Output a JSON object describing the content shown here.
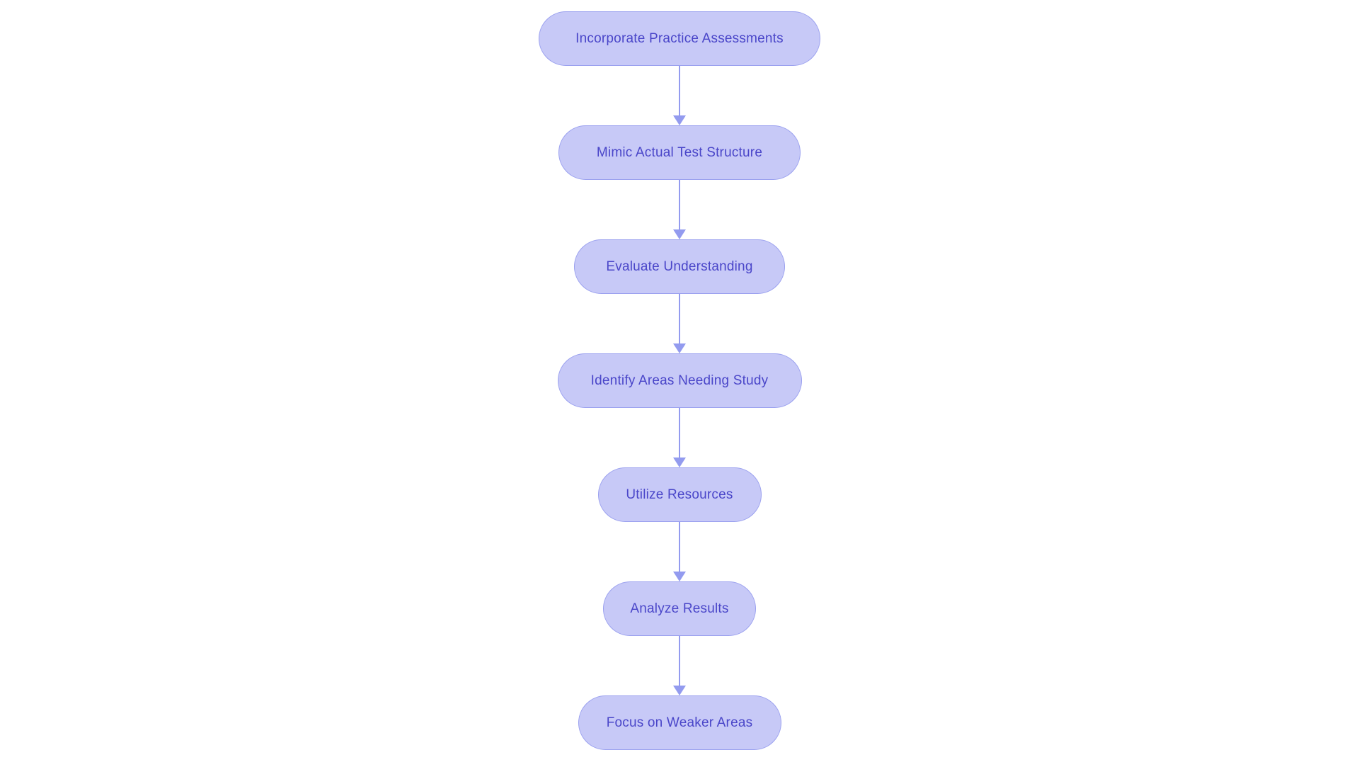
{
  "flow": {
    "type": "flowchart",
    "direction": "top-down",
    "node_style": {
      "fill": "#c7c9f7",
      "border": "#9aa0ef",
      "text": "#4a46c9"
    },
    "arrow": {
      "color": "#939bef"
    },
    "nodes": [
      {
        "label": "Incorporate Practice Assessments"
      },
      {
        "label": "Mimic Actual Test Structure"
      },
      {
        "label": "Evaluate Understanding"
      },
      {
        "label": "Identify Areas Needing Study"
      },
      {
        "label": "Utilize Resources"
      },
      {
        "label": "Analyze Results"
      },
      {
        "label": "Focus on Weaker Areas"
      }
    ],
    "edges": [
      {
        "from": 0,
        "to": 1
      },
      {
        "from": 1,
        "to": 2
      },
      {
        "from": 2,
        "to": 3
      },
      {
        "from": 3,
        "to": 4
      },
      {
        "from": 4,
        "to": 5
      },
      {
        "from": 5,
        "to": 6
      }
    ]
  }
}
